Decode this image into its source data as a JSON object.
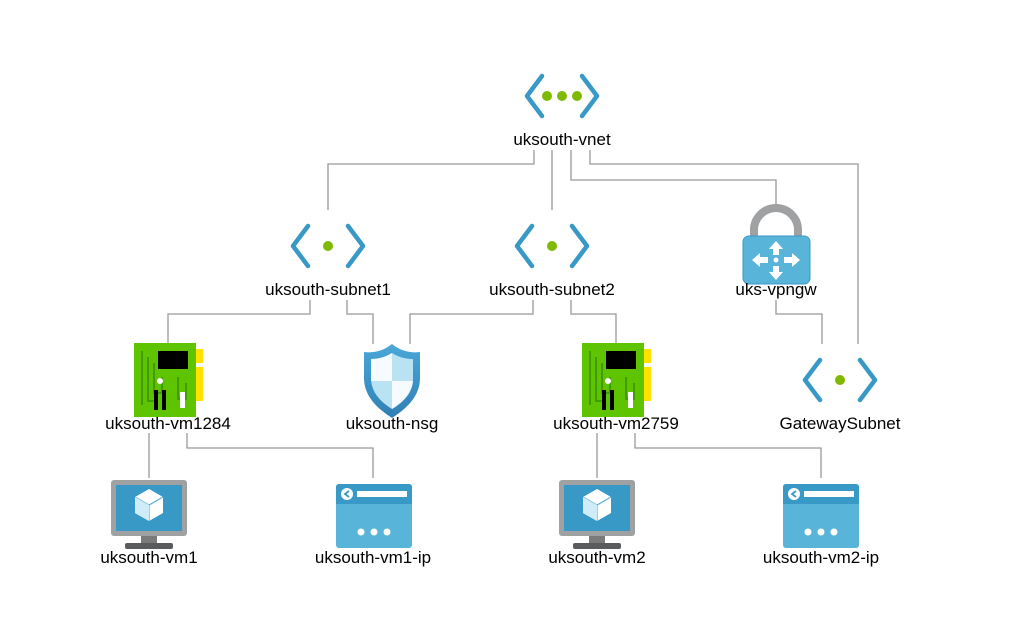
{
  "diagram": {
    "nodes": {
      "vnet": {
        "label": "uksouth-vnet",
        "icon": "virtual-network-icon"
      },
      "subnet1": {
        "label": "uksouth-subnet1",
        "icon": "subnet-icon"
      },
      "subnet2": {
        "label": "uksouth-subnet2",
        "icon": "subnet-icon"
      },
      "vpngw": {
        "label": "uks-vpngw",
        "icon": "vpn-gateway-icon"
      },
      "nic1": {
        "label": "uksouth-vm1284",
        "icon": "network-interface-icon"
      },
      "nsg": {
        "label": "uksouth-nsg",
        "icon": "network-security-group-icon"
      },
      "nic2": {
        "label": "uksouth-vm2759",
        "icon": "network-interface-icon"
      },
      "gwsubnet": {
        "label": "GatewaySubnet",
        "icon": "subnet-icon"
      },
      "vm1": {
        "label": "uksouth-vm1",
        "icon": "virtual-machine-icon"
      },
      "ip1": {
        "label": "uksouth-vm1-ip",
        "icon": "public-ip-icon"
      },
      "vm2": {
        "label": "uksouth-vm2",
        "icon": "virtual-machine-icon"
      },
      "ip2": {
        "label": "uksouth-vm2-ip",
        "icon": "public-ip-icon"
      }
    },
    "edges": [
      {
        "from": "vnet",
        "to": "subnet1"
      },
      {
        "from": "vnet",
        "to": "subnet2"
      },
      {
        "from": "vnet",
        "to": "vpngw"
      },
      {
        "from": "vnet",
        "to": "gwsubnet"
      },
      {
        "from": "subnet1",
        "to": "nic1"
      },
      {
        "from": "subnet1",
        "to": "nsg"
      },
      {
        "from": "subnet2",
        "to": "nsg"
      },
      {
        "from": "subnet2",
        "to": "nic2"
      },
      {
        "from": "vpngw",
        "to": "gwsubnet"
      },
      {
        "from": "nic1",
        "to": "vm1"
      },
      {
        "from": "nic1",
        "to": "ip1"
      },
      {
        "from": "nic2",
        "to": "vm2"
      },
      {
        "from": "nic2",
        "to": "ip2"
      }
    ],
    "colors": {
      "edge": "#999999",
      "azure_blue": "#3999c6",
      "dot_green": "#7fba00",
      "nic_green": "#5ec400",
      "nic_yellow": "#ffe000",
      "light_blue": "#59b4d9"
    }
  }
}
